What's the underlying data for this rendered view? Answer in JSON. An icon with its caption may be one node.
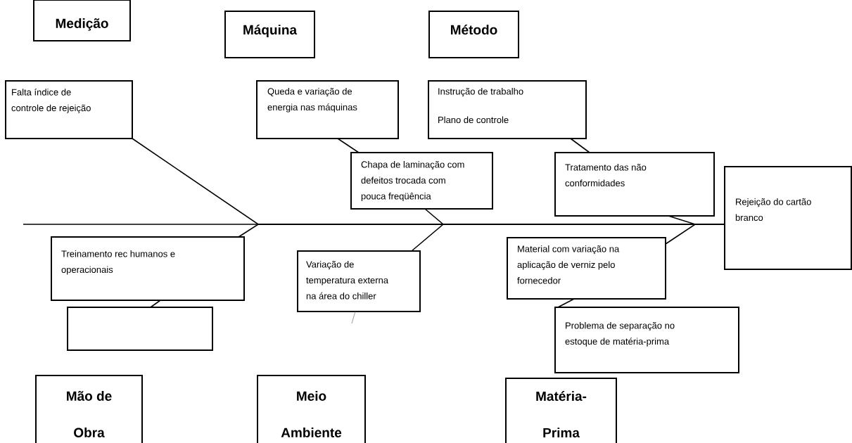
{
  "diagram": {
    "nodes": [
      {
        "text": [
          "Medição"
        ]
      },
      {
        "text": [
          "Máquina"
        ]
      },
      {
        "text": [
          "Método"
        ]
      },
      {
        "text": [
          "Falta índice de controle de rejeição"
        ]
      },
      {
        "text": [
          "Queda e variação de energia nas máquinas"
        ]
      },
      {
        "text": [
          "Instrução de trabalho",
          "Plano de controle"
        ]
      },
      {
        "text": [
          "Chapa de laminação com defeitos trocada com pouca freqüência"
        ]
      },
      {
        "text": [
          "Tratamento das não conformidades"
        ]
      },
      {
        "text": [
          "Rejeição do cartão branco"
        ]
      },
      {
        "text": [
          "Treinamento rec humanos e operacionais"
        ]
      },
      {
        "text": [
          "Variação de temperatura externa na área do chiller"
        ]
      },
      {
        "text": [
          "Material com variação na aplicação de verniz pelo fornecedor"
        ]
      },
      {
        "text": [
          "Problema de separação no estoque de matéria-prima"
        ]
      },
      {
        "text": [],
        "shape": "box"
      },
      {
        "text": [
          "Mão de Obra"
        ]
      },
      {
        "text": [
          "Meio Ambiente"
        ]
      },
      {
        "text": [
          "Matéria-Prima"
        ]
      }
    ],
    "edges": [
      {
        "from": null,
        "to": 8,
        "arrow": "none"
      },
      {
        "from": 3,
        "to": 8,
        "arrow": "none"
      },
      {
        "from": 9,
        "to": 8,
        "arrow": "none"
      },
      {
        "from": 6,
        "to": 8,
        "arrow": "none"
      },
      {
        "from": 10,
        "to": 8,
        "arrow": "none"
      },
      {
        "from": 7,
        "to": 8,
        "arrow": "none"
      },
      {
        "from": 11,
        "to": 8,
        "arrow": "none"
      },
      {
        "from": 4,
        "to": 6,
        "arrow": "none"
      },
      {
        "from": 5,
        "to": 7,
        "arrow": "none"
      },
      {
        "from": 13,
        "to": 9,
        "arrow": "none"
      },
      {
        "from": 12,
        "to": 11,
        "arrow": "none"
      },
      {
        "from": 10,
        "to": null,
        "arrow": "none",
        "color": "#808080"
      }
    ]
  }
}
